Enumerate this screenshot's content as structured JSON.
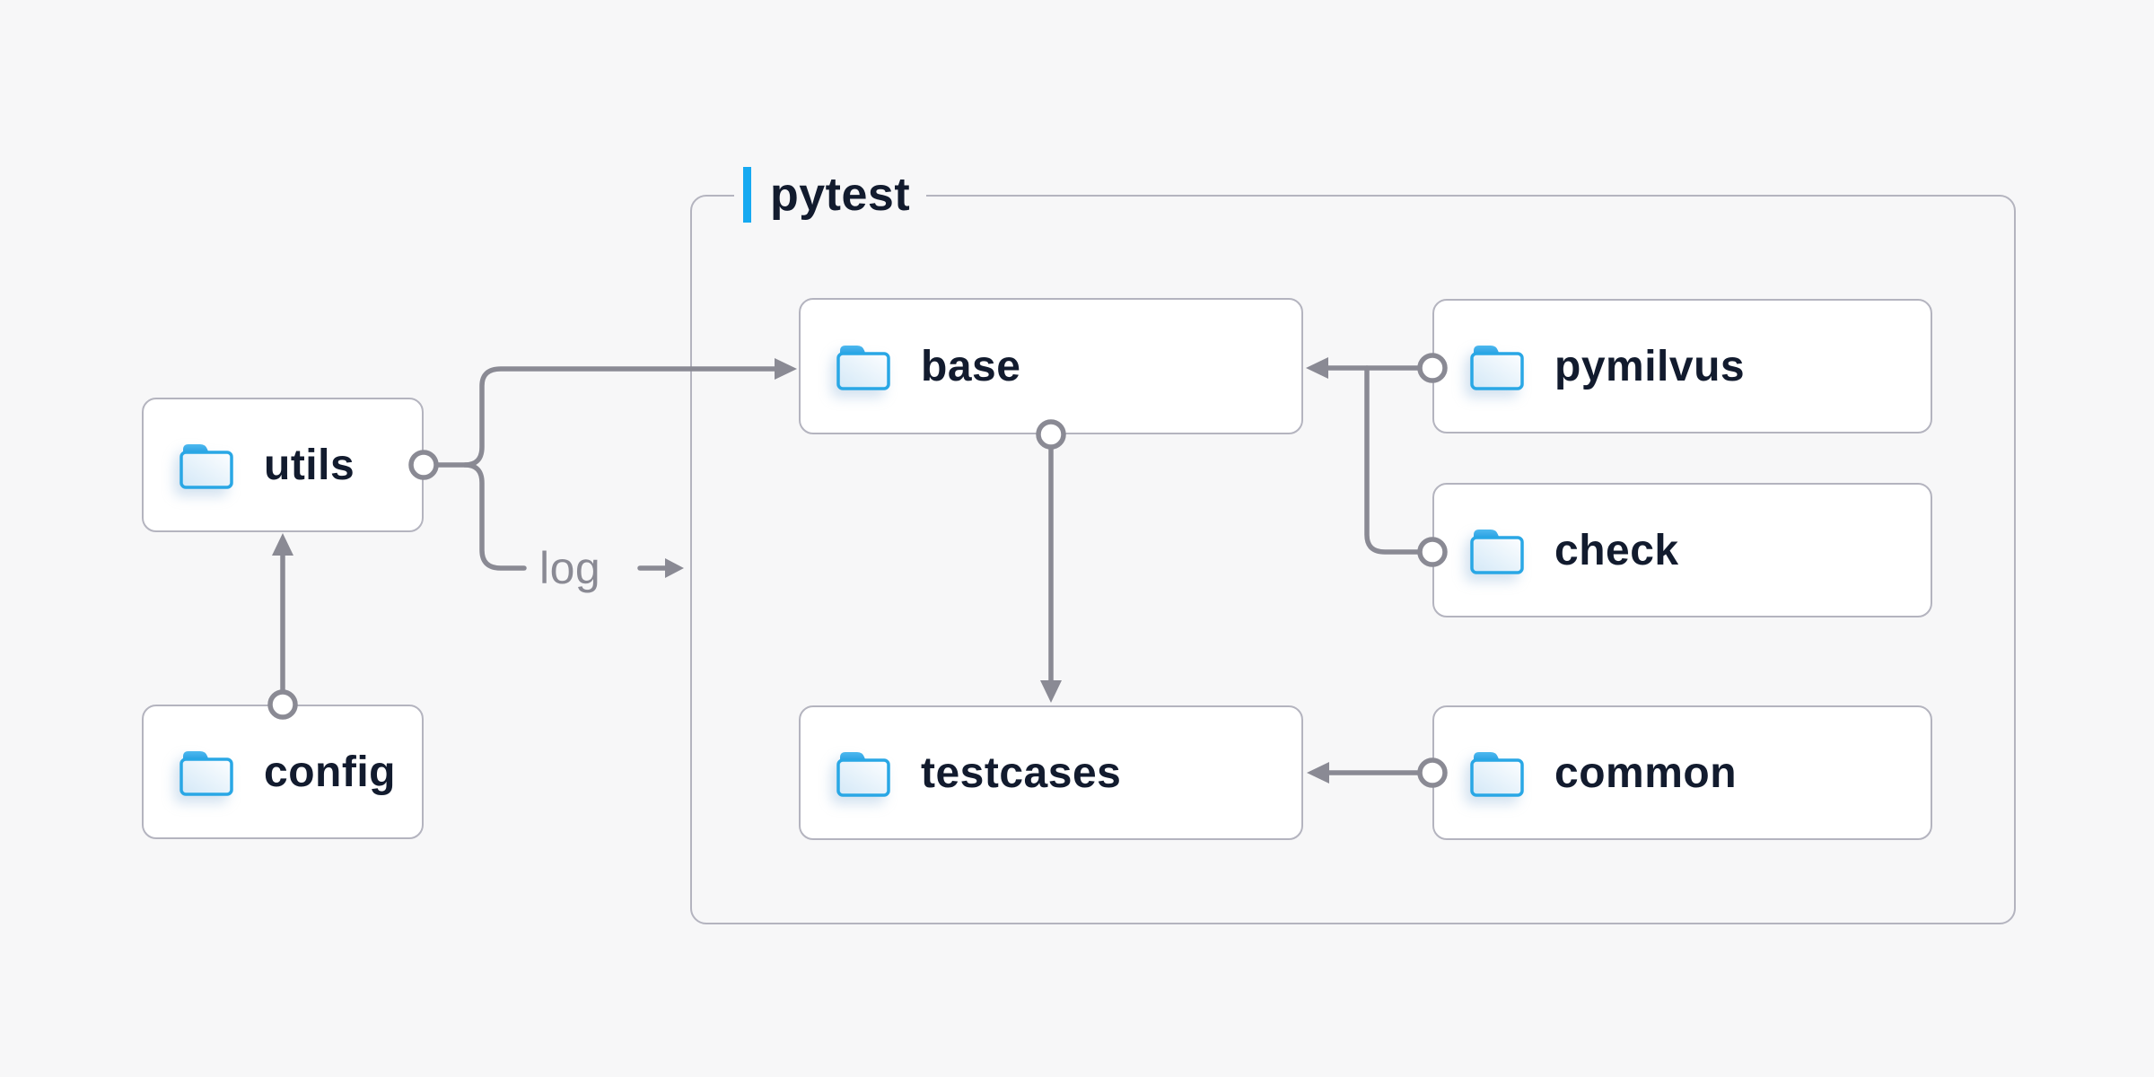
{
  "page": {
    "background_color": "#f7f7f8",
    "type": "folder-structure-diagram"
  },
  "container": {
    "label": "pytest",
    "accent_color": "#16a9f1"
  },
  "nodes": [
    {
      "id": "utils",
      "label": "utils",
      "icon": "folder-icon"
    },
    {
      "id": "config",
      "label": "config",
      "icon": "folder-icon"
    },
    {
      "id": "base",
      "label": "base",
      "icon": "folder-icon"
    },
    {
      "id": "testcases",
      "label": "testcases",
      "icon": "folder-icon"
    },
    {
      "id": "pymilvus",
      "label": "pymilvus",
      "icon": "folder-icon"
    },
    {
      "id": "check",
      "label": "check",
      "icon": "folder-icon"
    },
    {
      "id": "common",
      "label": "common",
      "icon": "folder-icon"
    }
  ],
  "edges": [
    {
      "from": "config",
      "to": "utils",
      "label": ""
    },
    {
      "from": "utils",
      "to": "base",
      "label": ""
    },
    {
      "from": "utils",
      "to": "pytest",
      "label": "log"
    },
    {
      "from": "base",
      "to": "testcases",
      "label": ""
    },
    {
      "from": "pymilvus",
      "to": "base",
      "label": ""
    },
    {
      "from": "check",
      "to": "base",
      "label": ""
    },
    {
      "from": "common",
      "to": "testcases",
      "label": ""
    }
  ],
  "colors": {
    "canvas_background": "#f7f7f8",
    "node_background": "#ffffff",
    "node_border": "#b4b4bf",
    "connector": "#8a8a94",
    "node_text": "#121b2e",
    "edge_label_text": "#8a8a94",
    "folder_blue": "#29a7e5",
    "folder_tab_blue": "#2da2e4",
    "accent_blue": "#16a9f1"
  }
}
